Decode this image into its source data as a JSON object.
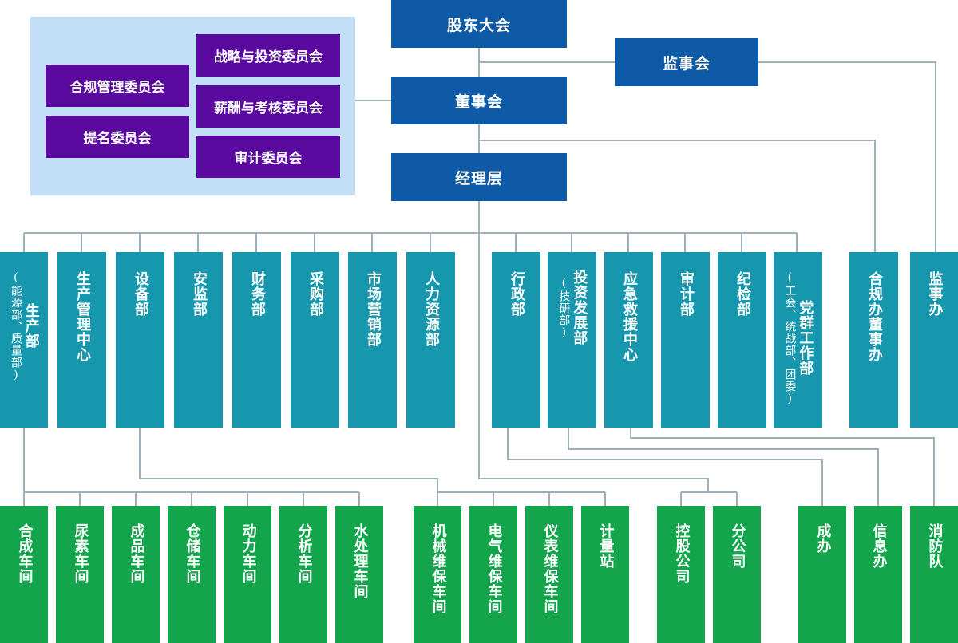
{
  "governance": {
    "shareholders": "股东大会",
    "supervisory_board": "监事会",
    "board": "董事会",
    "management": "经理层"
  },
  "committees": {
    "strategy": "战略与投资委员会",
    "compliance": "合规管理委员会",
    "compensation": "薪酬与考核委员会",
    "nomination": "提名委员会",
    "audit": "审计委员会"
  },
  "departments": {
    "production": {
      "main": "生产部",
      "note": "(能源部、质量部)"
    },
    "prod_mgmt_center": "生产管理中心",
    "equipment": "设备部",
    "safety": "安监部",
    "finance": "财务部",
    "purchasing": "采购部",
    "marketing": "市场营销部",
    "hr": "人力资源部",
    "admin": "行政部",
    "investment": {
      "main": "投资发展部",
      "note": "(技研部)"
    },
    "emergency": "应急救援中心",
    "audit_dept": "审计部",
    "discipline": "纪检部",
    "party": {
      "main": "党群工作部",
      "note": "(工会、统战部、团委)"
    },
    "compliance_office": "合规办董事办",
    "supervision_office": "监事办"
  },
  "units": {
    "synthesis": "合成车间",
    "urea": "尿素车间",
    "product": "成品车间",
    "storage": "仓储车间",
    "power": "动力车间",
    "analysis": "分析车间",
    "water": "水处理车间",
    "mech": "机械维保车间",
    "elec": "电气维保车间",
    "instr": "仪表维保车间",
    "metering": "计量站",
    "holding": "控股公司",
    "branch": "分公司",
    "cheng": "成办",
    "info": "信息办",
    "fire": "消防队"
  },
  "colors": {
    "governance_box": "#0f5aa6",
    "committee_box": "#5a0a9e",
    "committee_panel": "#c3def7",
    "department_box": "#1797ae",
    "unit_box": "#14a44c",
    "connector": "#9fb0bd"
  }
}
